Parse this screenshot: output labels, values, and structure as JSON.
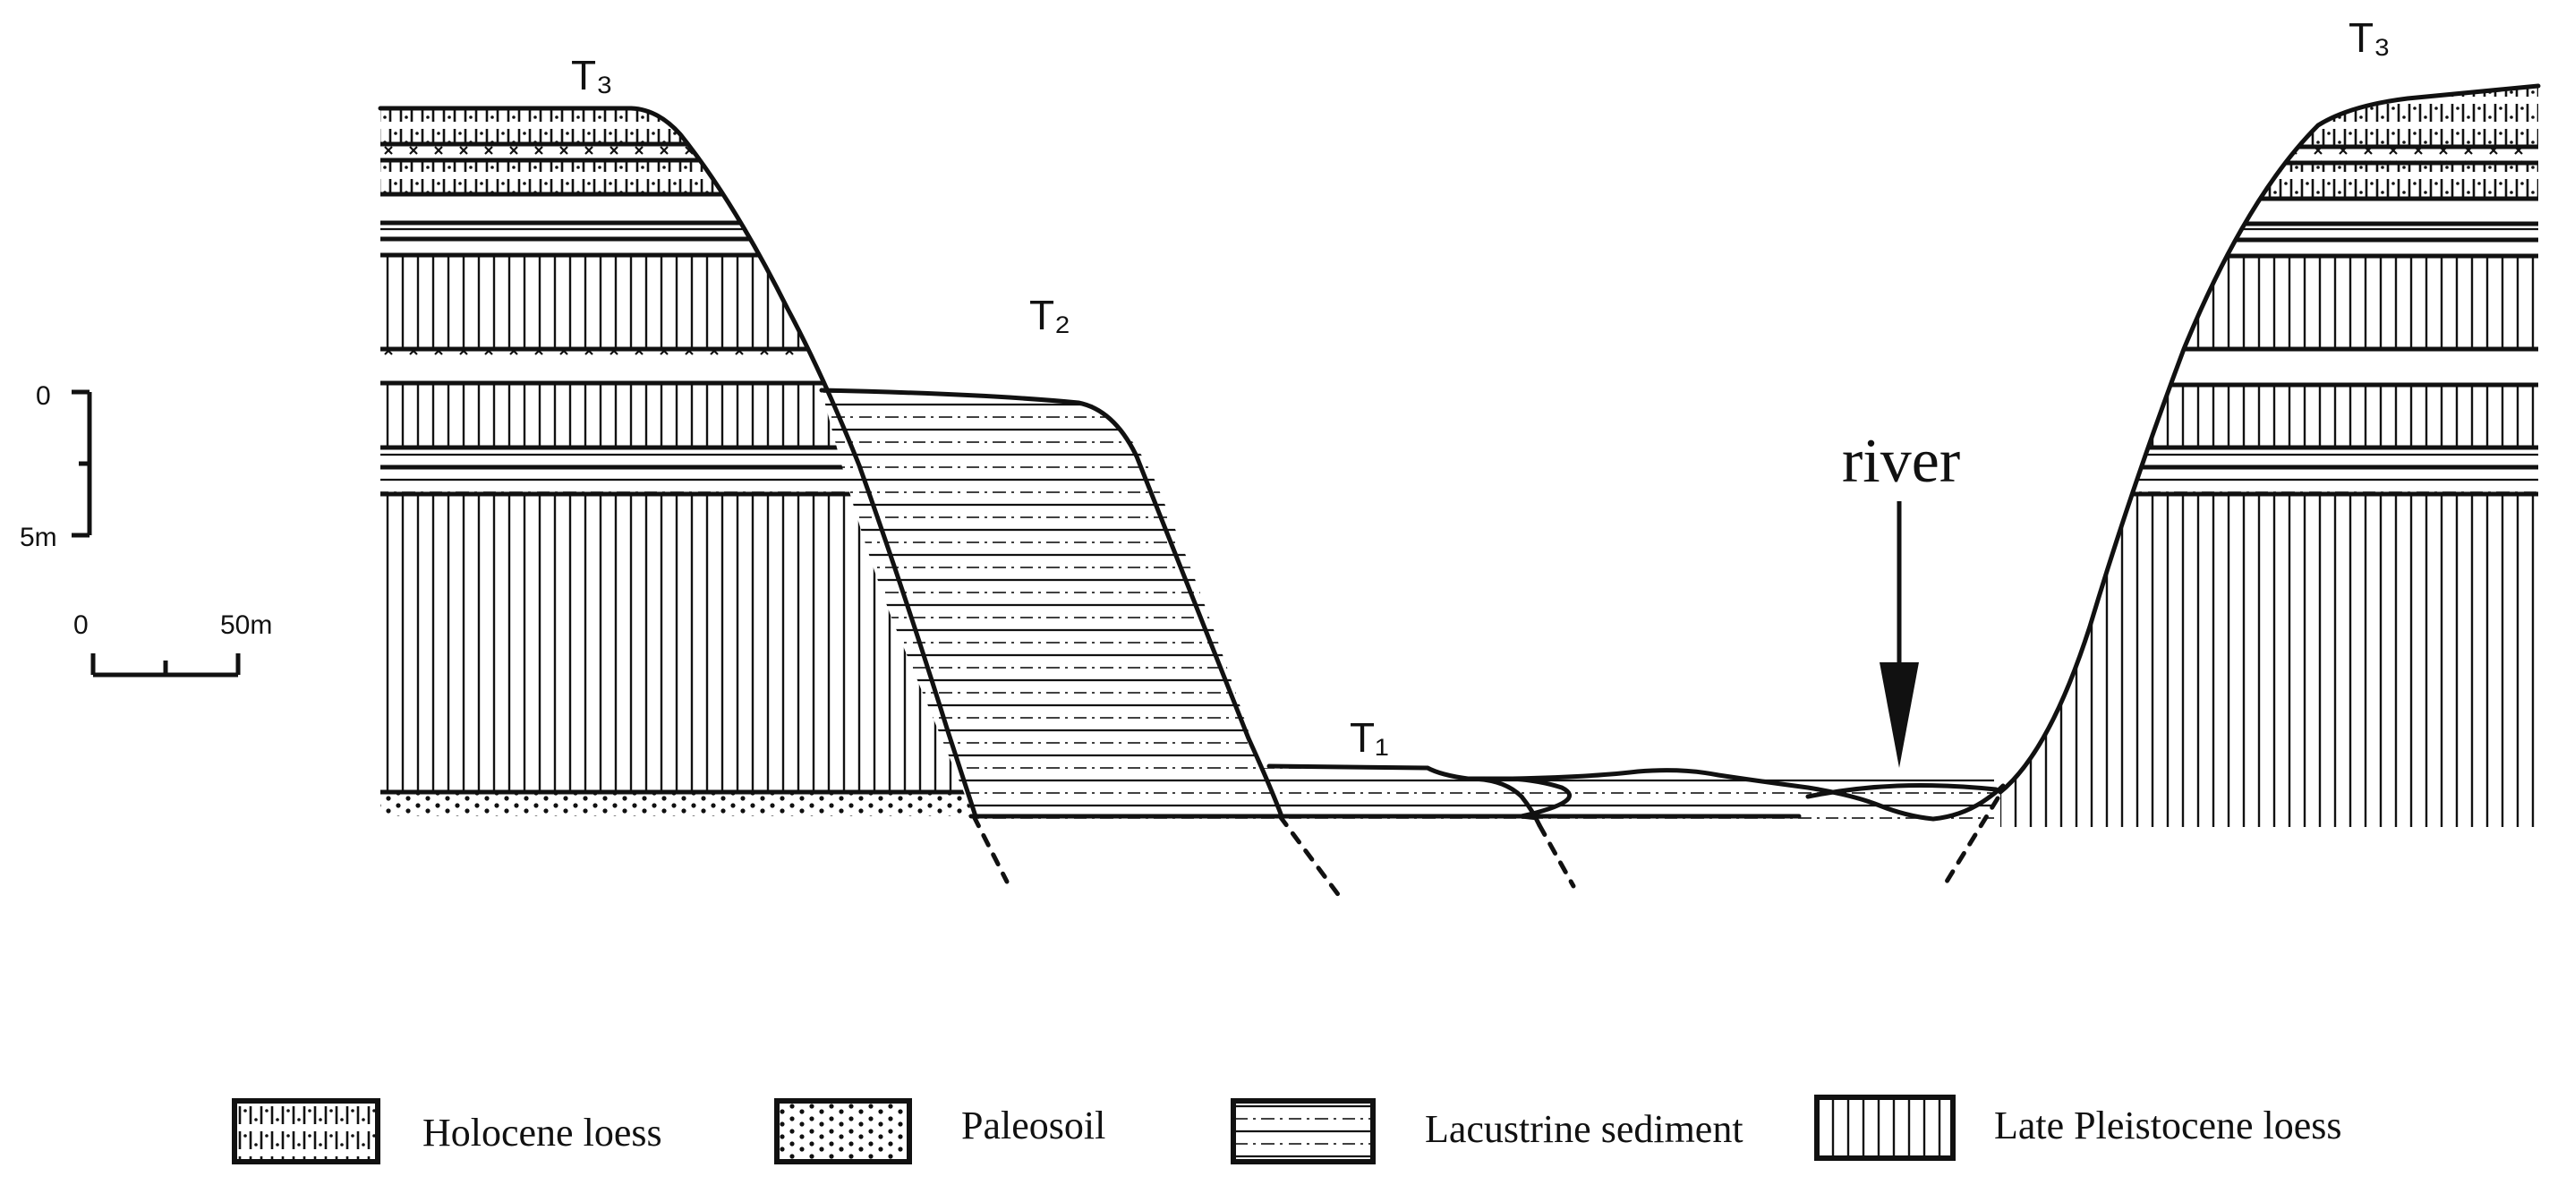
{
  "terraces": {
    "t3_left": "T₃",
    "t2": "T₂",
    "t1": "T₁",
    "t3_right": "T₃"
  },
  "river_label": "river",
  "vertical_scale": {
    "top": "0",
    "bottom": "5m"
  },
  "horizontal_scale": {
    "left": "0",
    "right": "50m"
  },
  "legend": {
    "holocene_loess": "Holocene loess",
    "paleosoil": "Paleosoil",
    "lacustrine": "Lacustrine sediment",
    "late_pleistocene": "Late Pleistocene loess"
  }
}
